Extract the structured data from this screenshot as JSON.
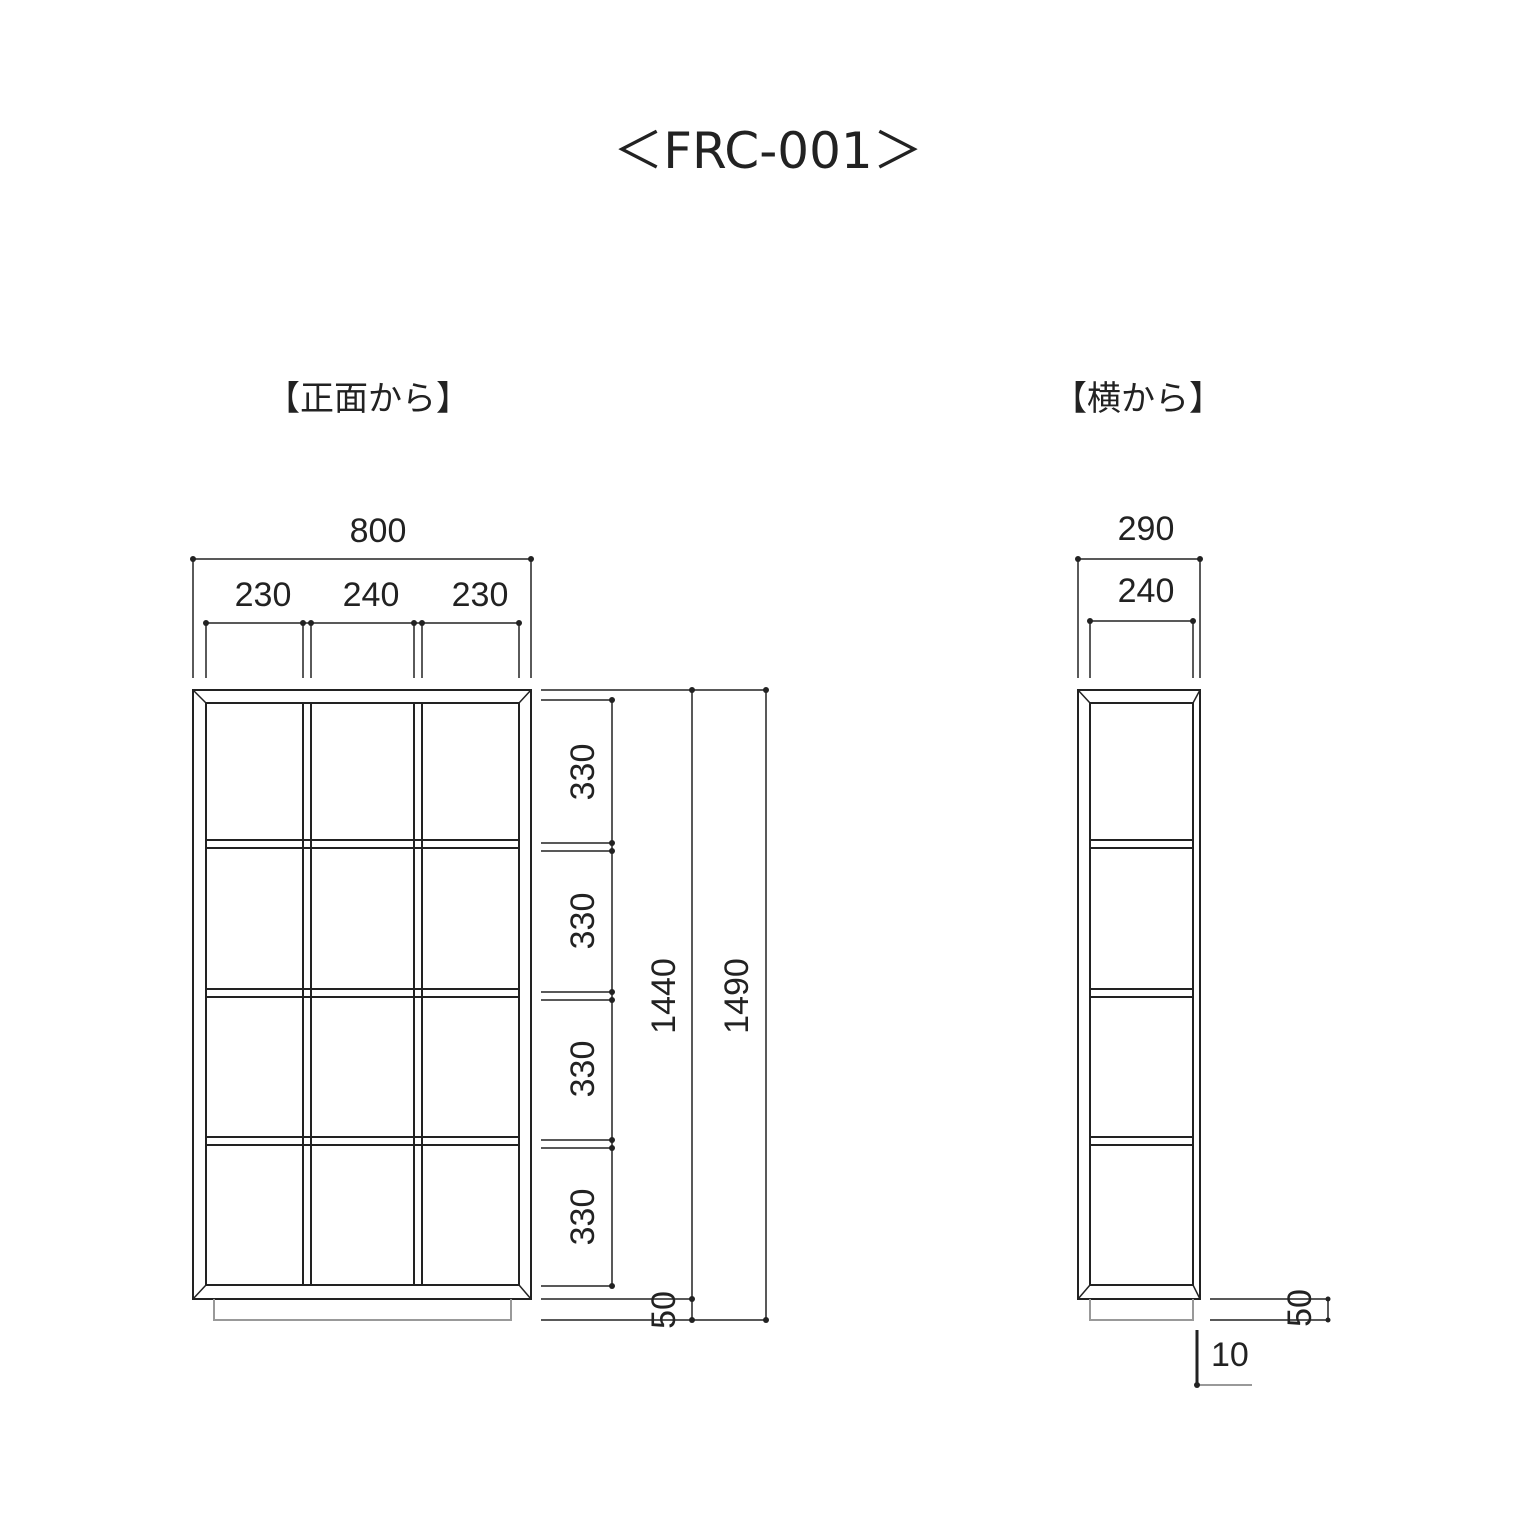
{
  "title": "＜FRC-001＞",
  "views": {
    "front": {
      "label": "【正面から】",
      "overall_width": "800",
      "column_widths": [
        "230",
        "240",
        "230"
      ],
      "shelf_heights": [
        "330",
        "330",
        "330",
        "330"
      ],
      "base_height": "50",
      "body_height": "1440",
      "total_height": "1490"
    },
    "side": {
      "label": "【横から】",
      "overall_depth": "290",
      "inner_depth": "240",
      "base_height": "50",
      "base_inset": "10"
    }
  }
}
